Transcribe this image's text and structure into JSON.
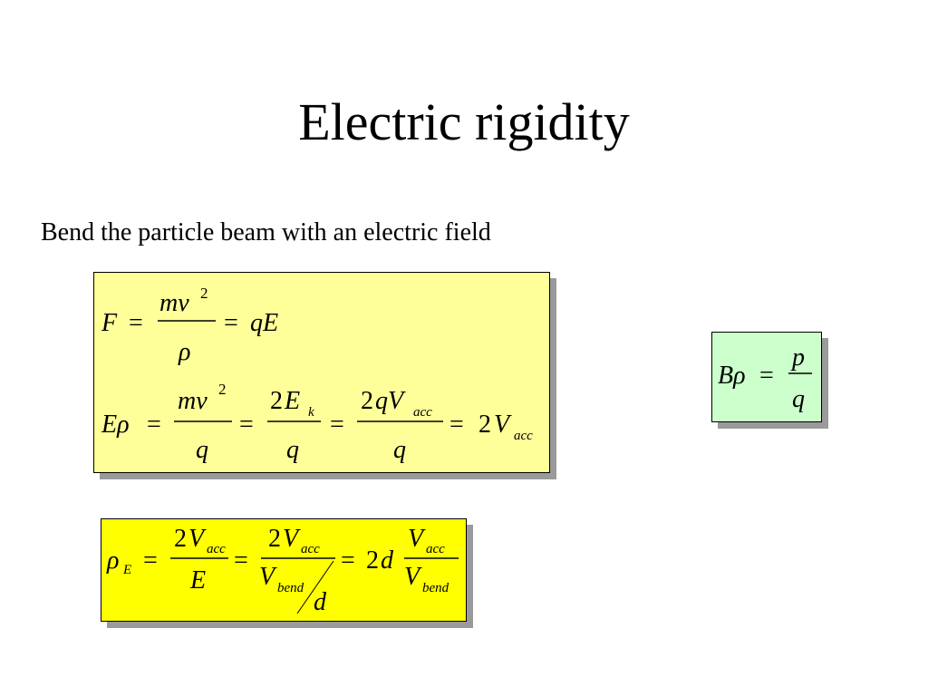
{
  "slide": {
    "title": "Electric rigidity",
    "subtitle": "Bend the particle beam with an electric field"
  },
  "colors": {
    "box1_fill": "#ffff99",
    "box2_fill": "#ccffcc",
    "box3_fill": "#ffff00"
  },
  "equations": {
    "force": "F = mv²/ρ = qE",
    "e_rigidity": "Eρ = mv²/q = 2E_k/q = 2qV_acc/q = 2V_acc",
    "b_rigidity": "Bρ = p/q",
    "rho_e": "ρ_E = 2V_acc/E = 2V_acc/(V_bend/d) = 2d V_acc/V_bend"
  }
}
